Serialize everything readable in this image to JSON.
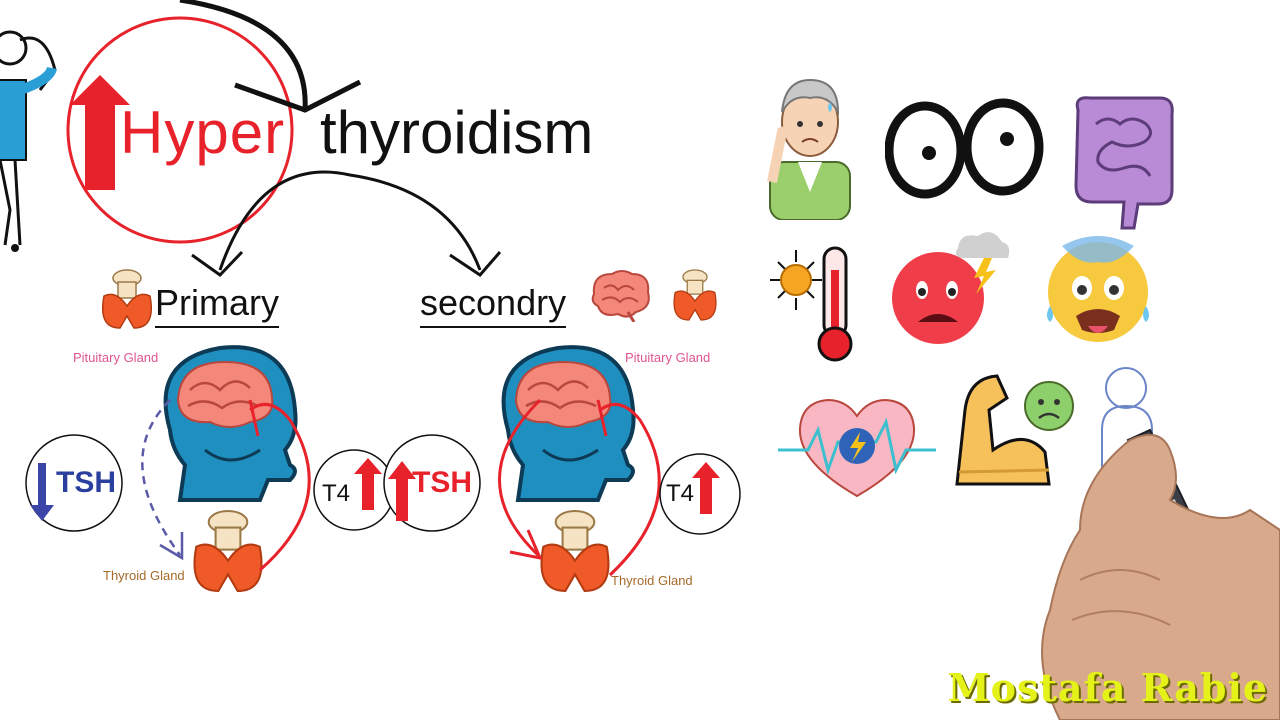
{
  "title": {
    "prefix": "Hyper",
    "main": "thyroidism"
  },
  "branches": {
    "primary": "Primary",
    "secondary": "secondry"
  },
  "labels": {
    "pituitary_left": "Pituitary Gland",
    "pituitary_right": "Pituitary Gland",
    "thyroid_left": "Thyroid Gland",
    "thyroid_right": "Thyroid Gland"
  },
  "hormones": {
    "tsh_left": "TSH",
    "t4_left": "T4",
    "tsh_right": "TSH",
    "t4_right": "T4"
  },
  "symptom_icons": [
    "elderly-sweating-icon",
    "wide-eyes-icon",
    "intestine-icon",
    "heat-thermometer-icon",
    "angry-face-icon",
    "anxious-face-icon",
    "heart-palpitation-icon",
    "weak-muscle-icon",
    "sketch-person-icon"
  ],
  "watermark": "Mostafa Rabie",
  "colors": {
    "red": "#e8222b",
    "blue_head": "#1f8fc0",
    "thyroid_orange": "#f05a28",
    "tsh_blue": "#3b45a8"
  }
}
